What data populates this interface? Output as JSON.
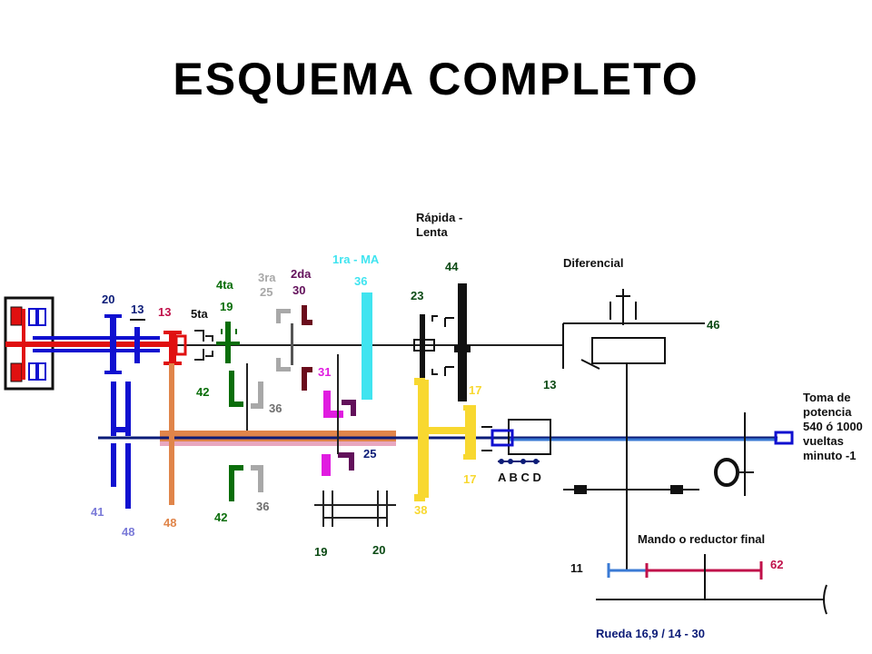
{
  "title": "ESQUEMA COMPLETO",
  "colors": {
    "red": "#e01010",
    "crimson": "#c0104a",
    "blue": "#1010d0",
    "navy": "#0c1c78",
    "lightblue": "#7a7ad8",
    "orange": "#e0854a",
    "green": "#0a6e0a",
    "gray": "#a8a8a8",
    "darkgray": "#6e6e6e",
    "maroon": "#6a0c1c",
    "purple": "#62105a",
    "magenta": "#e01ce0",
    "cyan": "#40e4f0",
    "yellow": "#f8d830",
    "black": "#111111",
    "steelblue": "#3a7ad4",
    "darkgreen": "#0b4a14"
  },
  "labels": {
    "n20": "20",
    "n13": "13",
    "n13b": "13",
    "quinta": "5ta",
    "cuarta": "4ta",
    "n19": "19",
    "tercera": "3ra",
    "n25": "25",
    "segunda": "2da",
    "n30": "30",
    "primera": "1ra - MA",
    "n36cyan": "36",
    "rapida": "Rápida -",
    "lenta": "Lenta",
    "n44": "44",
    "n23": "23",
    "diferencial": "Diferencial",
    "n46": "46",
    "n31": "31",
    "n42a": "42",
    "n36a": "36",
    "n17a": "17",
    "n13c": "13",
    "toma1": "Toma de",
    "toma2": "potencia",
    "toma3": "540 ó 1000",
    "toma4": "vueltas",
    "toma5": "minuto -1",
    "n25b": "25",
    "n17b": "17",
    "abcd": "A B C D",
    "n41": "41",
    "n48a": "48",
    "n48b": "48",
    "n42b": "42",
    "n36b": "36",
    "n38": "38",
    "n19b": "19",
    "n20b": "20",
    "mando": "Mando o reductor final",
    "n11": "11",
    "n62": "62",
    "rueda": "Rueda  16,9 / 14 - 30"
  }
}
